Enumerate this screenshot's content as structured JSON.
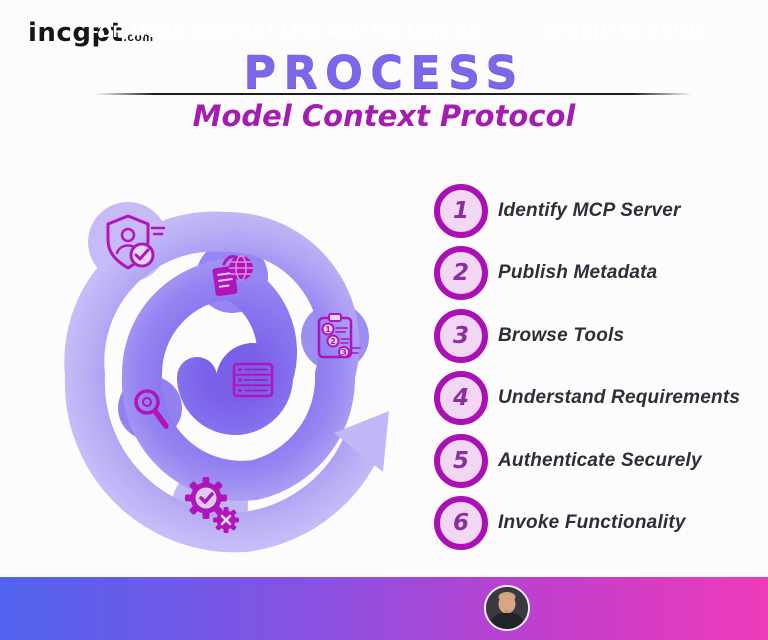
{
  "logo": {
    "name": "incgpt",
    "tld": ".com"
  },
  "header": {
    "title": "PROCESS",
    "subtitle": "Model Context Protocol"
  },
  "colors": {
    "title": "#7a68e8",
    "subtitle": "#a21db0",
    "step_ring": "#ab10b4",
    "step_fill": "#f2d7f4",
    "step_number": "#8b2e9e",
    "label_text": "#2e2e38",
    "icon_magenta": "#b214bc",
    "spiral_inner": "#7a5fe9",
    "spiral_outer": "#d4ccfa",
    "footer_gradient_start": "#5163ef",
    "footer_gradient_end": "#ee3bba"
  },
  "steps": [
    {
      "number": "1",
      "label": "Identify MCP Server"
    },
    {
      "number": "2",
      "label": "Publish Metadata"
    },
    {
      "number": "3",
      "label": "Browse Tools"
    },
    {
      "number": "4",
      "label": "Understand Requirements"
    },
    {
      "number": "5",
      "label": "Authenticate Securely"
    },
    {
      "number": "6",
      "label": "Invoke Functionality"
    }
  ],
  "spiral": {
    "icons": [
      "shield-user-check",
      "globe-document",
      "clipboard-numbered-list",
      "server-rack",
      "magnifying-glass",
      "gears-check"
    ],
    "clipboard_numbers": [
      "1",
      "2",
      "3"
    ]
  },
  "footer": {
    "cta": "FOR MORE CONTENT LIKE AND FOLLOW ME:",
    "handle": "@BERTBLEVINS"
  }
}
